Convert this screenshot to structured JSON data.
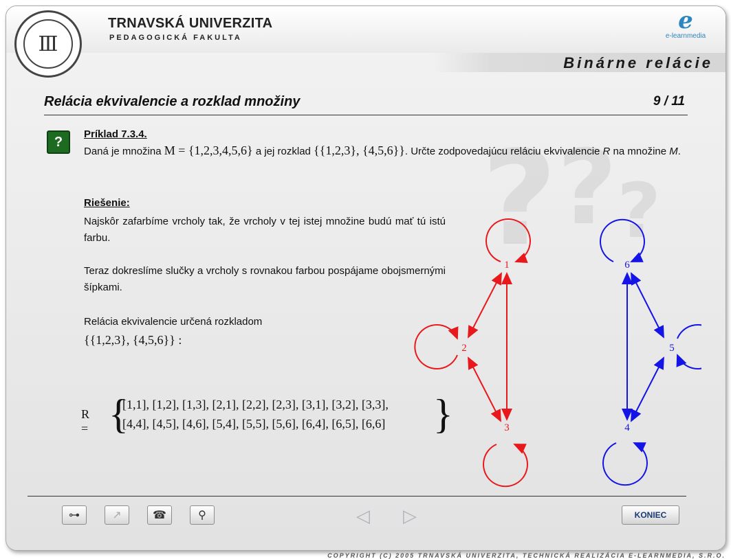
{
  "header": {
    "university": "TRNAVSKÁ UNIVERZITA",
    "faculty": "PEDAGOGICKÁ FAKULTA",
    "seal_text": "Ⅲ",
    "logo_letter": "e",
    "logo_text": "e-learnmedia",
    "topic": "Binárne relácie"
  },
  "section": {
    "title": "Relácia ekvivalencie a rozklad množiny",
    "page": "9 / 11"
  },
  "example": {
    "icon_label": "?",
    "title": "Príklad 7.3.4.",
    "text_1": "Daná je množina ",
    "set_M": "M = {1,2,3,4,5,6}",
    "text_2": " a jej rozklad ",
    "partition": "{{1,2,3}, {4,5,6}}",
    "text_3": ". Určte zodpovedajúcu reláciu ekvivalencie ",
    "R": "R",
    "text_4": " na množine ",
    "M": "M",
    "text_5": "."
  },
  "solution": {
    "title": "Riešenie:",
    "p1": "Najskôr zafarbíme vrcholy tak, že vrcholy v tej istej množine budú mať tú istú farbu.",
    "p2": "Teraz dokreslíme slučky a vrcholy s rovnakou farbou pospájame obojsmernými šípkami.",
    "p3": "Relácia ekvivalencie určená rozkladom",
    "p3_expr": "{{1,2,3}, {4,5,6}} :",
    "R_label": "R =",
    "R_row1": "[1,1], [1,2], [1,3], [2,1], [2,2], [2,3], [3,1], [3,2], [3,3],",
    "R_row2": "[4,4], [4,5], [4,6], [5,4], [5,5], [5,6], [6,4], [6,5], [6,6]"
  },
  "graph": {
    "red_color": "#e8191c",
    "blue_color": "#1414e6",
    "nodes": [
      "1",
      "2",
      "3",
      "4",
      "5",
      "6"
    ]
  },
  "footer": {
    "tools": [
      {
        "name": "key-button",
        "icon": "key-icon",
        "glyph": "⊶"
      },
      {
        "name": "arrow-button",
        "icon": "diagonal-arrow-icon",
        "glyph": "↗"
      },
      {
        "name": "phone-button",
        "icon": "phone-icon",
        "glyph": "☎"
      },
      {
        "name": "search-button",
        "icon": "magnifier-icon",
        "glyph": "⚲"
      }
    ],
    "prev_glyph": "◁",
    "next_glyph": "▷",
    "koniec": "KONIEC",
    "copyright": "COPYRIGHT (C) 2005 TRNAVSKÁ UNIVERZITA, TECHNICKÁ REALIZÁCIA E-LEARNMEDIA, S.R.O."
  }
}
